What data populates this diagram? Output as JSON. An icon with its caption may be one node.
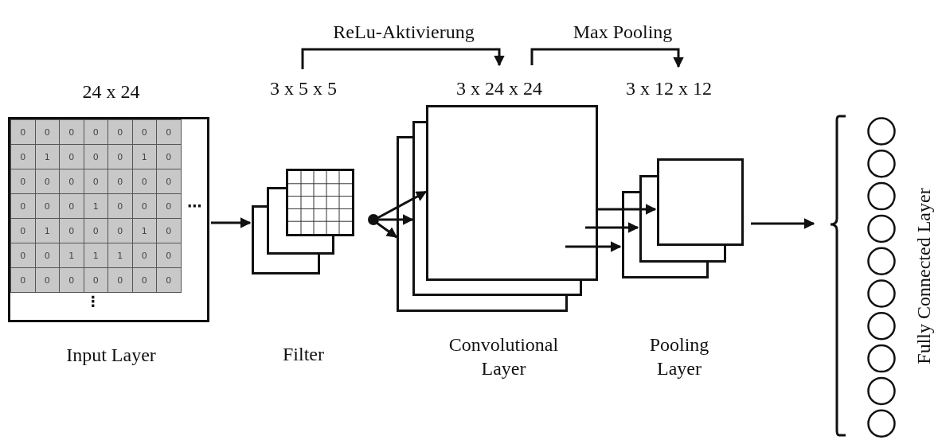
{
  "diagram": {
    "nodes": [
      {
        "text": [
          "24 x 24"
        ],
        "beside": [
          "Input Layer"
        ]
      },
      {
        "text": [
          "3 x 5 x 5"
        ],
        "beside": [
          "Filter"
        ]
      },
      {
        "text": [],
        "shape": "circle"
      },
      {
        "text": [
          "3 x 24 x 24"
        ],
        "beside": [
          "Convolutional Layer"
        ]
      },
      {
        "text": [],
        "shape": "box",
        "beside": [
          "Pooling Layer"
        ]
      },
      {
        "text": [
          "Fully Connected Layer"
        ]
      },
      {
        "text": [
          "3 x 12 x 12"
        ]
      }
    ],
    "edges": [
      {
        "from": 0,
        "to": 1,
        "arrow": "to"
      },
      {
        "from": 2,
        "to": 3,
        "arrow": "to"
      },
      {
        "from": 2,
        "to": 3,
        "arrow": "to"
      },
      {
        "from": 2,
        "to": 3,
        "arrow": "to"
      },
      {
        "from": 3,
        "to": 4,
        "arrow": "to"
      },
      {
        "from": 3,
        "to": 4,
        "arrow": "to"
      },
      {
        "from": 3,
        "to": 4,
        "arrow": "to"
      },
      {
        "from": 4,
        "to": 5,
        "arrow": "to"
      },
      {
        "from": 1,
        "to": 3,
        "arrow": "to",
        "label": "ReLu-Aktivierung"
      },
      {
        "from": 3,
        "to": 6,
        "arrow": "to",
        "label": "Max Pooling"
      }
    ],
    "labels": [
      "0",
      "0",
      "0",
      "0",
      "0",
      "0",
      "0",
      "0",
      "1",
      "0",
      "0",
      "0",
      "1",
      "0",
      "0",
      "0",
      "0",
      "0",
      "0",
      "0",
      "0",
      "0",
      "0",
      "0",
      "1",
      "0",
      "0",
      "0",
      "0",
      "1",
      "0",
      "0",
      "0",
      "1",
      "0",
      "0",
      "0",
      "1",
      "1",
      "1",
      "0",
      "0",
      "0",
      "0",
      "0",
      "0",
      "0",
      "0",
      "0",
      "⋯",
      "⋮"
    ]
  }
}
